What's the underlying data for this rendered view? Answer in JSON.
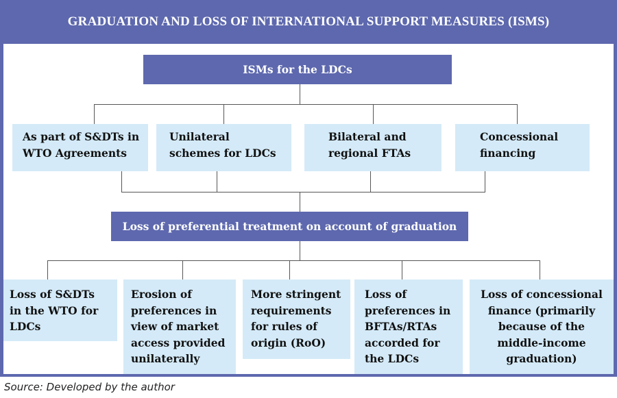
{
  "title": "GRADUATION AND LOSS OF INTERNATIONAL SUPPORT MEASURES (ISMS)",
  "colors": {
    "header": "#5d68ae",
    "box_fill": "#d4eaf8",
    "connector": "#555555"
  },
  "top_node": {
    "label": "ISMs for the LDCs"
  },
  "ism_types": [
    {
      "label": "As part of S&DTs in WTO Agreements"
    },
    {
      "label": "Unilateral schemes for LDCs"
    },
    {
      "label": "Bilateral and regional FTAs"
    },
    {
      "label": "Concessional financing"
    }
  ],
  "middle_node": {
    "label": "Loss of preferential treatment on account of graduation"
  },
  "losses": [
    {
      "label": "Loss of S&DTs in the WTO for LDCs"
    },
    {
      "label": "Erosion of preferences in view of market access provided unilaterally"
    },
    {
      "label": "More stringent requirements for rules of origin (RoO)"
    },
    {
      "label": "Loss of preferences in BFTAs/RTAs accorded for the LDCs"
    },
    {
      "label": "Loss of concessional finance (primarily because of the middle-income graduation)"
    }
  ],
  "source": "Source: Developed by the author"
}
